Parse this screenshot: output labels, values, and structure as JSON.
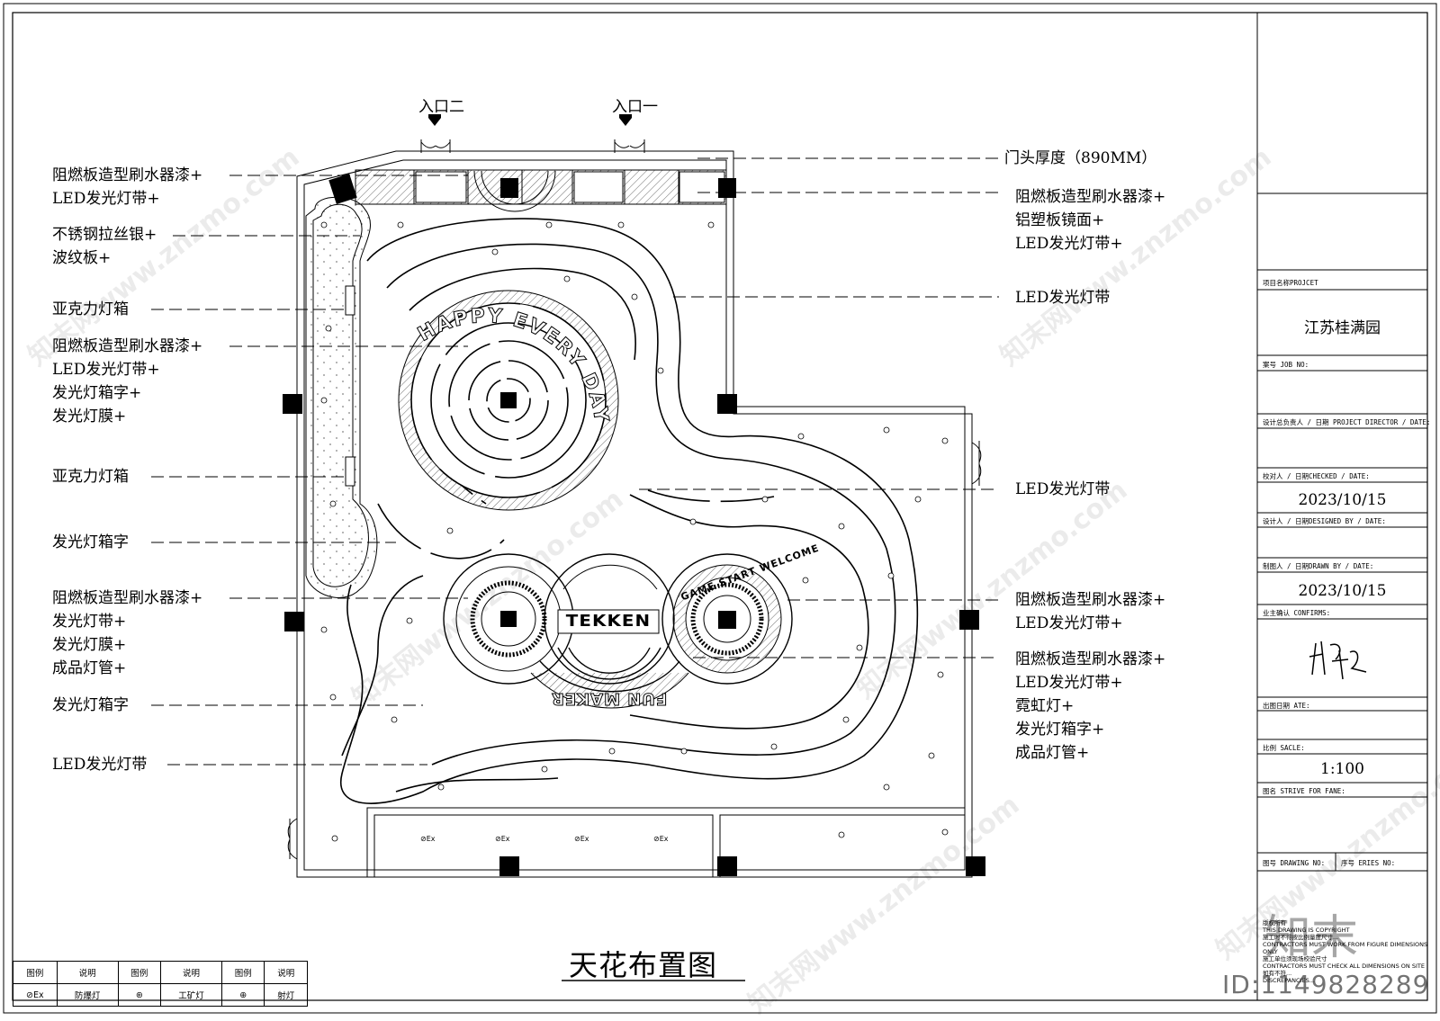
{
  "entrances": {
    "entrance_2": "入口二",
    "entrance_1": "入口一"
  },
  "left_callouts": [
    [
      "阻燃板造型刷水器漆+",
      "LED发光灯带+"
    ],
    [
      "不锈钢拉丝银+",
      "波纹板+"
    ],
    [
      "亚克力灯箱"
    ],
    [
      "阻燃板造型刷水器漆+",
      "LED发光灯带+",
      "发光灯箱字+",
      "发光灯膜+"
    ],
    [
      "亚克力灯箱"
    ],
    [
      "发光灯箱字"
    ],
    [
      "阻燃板造型刷水器漆+",
      "发光灯带+",
      "发光灯膜+",
      "成品灯管+"
    ],
    [
      "发光灯箱字"
    ],
    [
      "LED发光灯带"
    ]
  ],
  "right_callouts": [
    [
      "门头厚度（890MM）"
    ],
    [
      "阻燃板造型刷水器漆+",
      "铝塑板镜面+",
      "LED发光灯带+"
    ],
    [
      "LED发光灯带"
    ],
    [
      "LED发光灯带"
    ],
    [
      "阻燃板造型刷水器漆+",
      "LED发光灯带+"
    ],
    [
      "阻燃板造型刷水器漆+",
      "LED发光灯带+",
      "霓虹灯+",
      "发光灯箱字+",
      "成品灯管+"
    ]
  ],
  "ring_texts": {
    "upper": "HAPPY EVERY DAY",
    "lower": "FUN MAKER",
    "right": "GAME START WELCOME",
    "center": "TEKKEN"
  },
  "ex_marker": "⊘Ex",
  "drawing_title": "天花布置图",
  "title_block": {
    "project_label": "项目名称PROJCET",
    "project_name": "江苏桂满园",
    "job_label": "案号 JOB NO:",
    "director_label": "设计总负责人 / 日期 PROJECT DIRECTOR / DATE:",
    "checked_label": "校对人 / 日期CHECKED / DATE:",
    "checked_date": "2023/10/15",
    "designed_label": "设计人 / 日期DESIGNED BY / DATE:",
    "drawn_label": "制图人 / 日期DRAWN BY / DATE:",
    "drawn_date": "2023/10/15",
    "confirms_label": "业主确认 CONFIRMS:",
    "issue_date_label": "出图日期 ATE:",
    "scale_label": "比例 SACLE:",
    "scale": "1:100",
    "drawing_name_label": "图名 STRIVE FOR FANE:",
    "drawing_no_label": "图号 DRAWING NO:",
    "series_label": "序号 ERIES NO:",
    "notes": [
      "版权所有",
      "THIS DRAWING IS COPYRIGHT",
      "施工时不得按比例量度尺寸...",
      "CONTRACTORS MUST WORK FROM FIGURE DIMENSIONS ONLY",
      "施工单位须现场校验尺寸",
      "CONTRACTORS MUST CHECK ALL DIMENSIONS ON SITE",
      "如有不符...",
      "DISCREPANCIES..."
    ]
  },
  "legend": {
    "headers": [
      "图例",
      "说明",
      "图例",
      "说明",
      "图例",
      "说明"
    ],
    "row": [
      "⊘Ex",
      "防爆灯",
      "⊛",
      "工矿灯",
      "⊕",
      "射灯"
    ]
  },
  "watermark": "知末网www.znzmo.com",
  "logo_text": "知末",
  "id_text": "ID:1149828289"
}
